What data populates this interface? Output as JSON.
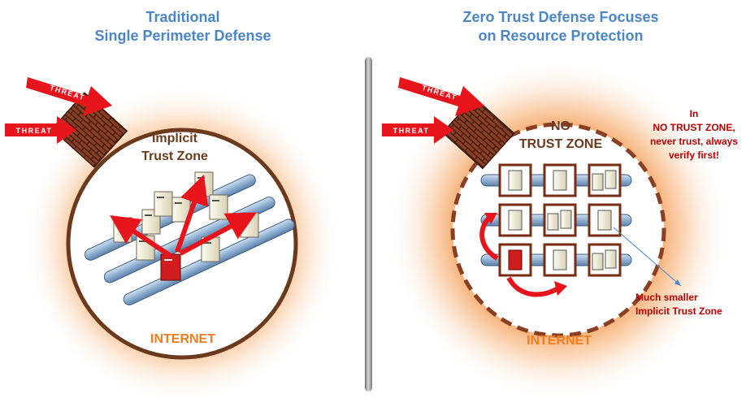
{
  "left_panel": {
    "title_line1": "Traditional",
    "title_line2": "Single Perimeter Defense",
    "zone_label_line1": "Implicit",
    "zone_label_line2": "Trust Zone",
    "threat_label": "THREAT",
    "internet_label": "INTERNET"
  },
  "right_panel": {
    "title_line1": "Zero Trust Defense Focuses",
    "title_line2": "on Resource Protection",
    "zone_label_line1": "NO",
    "zone_label_line2": "TRUST ZONE",
    "note_line1": "In",
    "note_line2": "NO TRUST ZONE,",
    "note_line3": "never trust, always",
    "note_line4": "verify first!",
    "smaller_zone_line1": "Much smaller",
    "smaller_zone_line2": "Implicit Trust Zone",
    "threat_label": "THREAT",
    "internet_label": "INTERNET"
  },
  "colors": {
    "title_blue": "#4a86c8",
    "threat_red": "#e8141b",
    "brick": "#8a3f22",
    "circle_border": "#6b3a1d",
    "glow_orange": "#f5a05a",
    "internet_orange": "#f07d1f",
    "note_red": "#c00000",
    "pipe_blue": "#9dbbd9"
  }
}
